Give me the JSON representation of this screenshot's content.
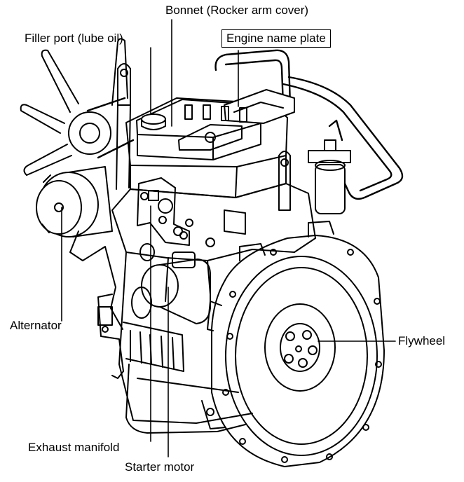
{
  "diagram": {
    "labels": {
      "bonnet": "Bonnet (Rocker arm cover)",
      "filler_port": "Filler port (lube oil)",
      "name_plate": "Engine name plate",
      "alternator": "Alternator",
      "flywheel": "Flywheel",
      "exhaust_manifold": "Exhaust manifold",
      "starter_motor": "Starter motor"
    },
    "colors": {
      "ink": "#000000",
      "paper": "#ffffff",
      "shade": "#e6e6e6"
    }
  }
}
